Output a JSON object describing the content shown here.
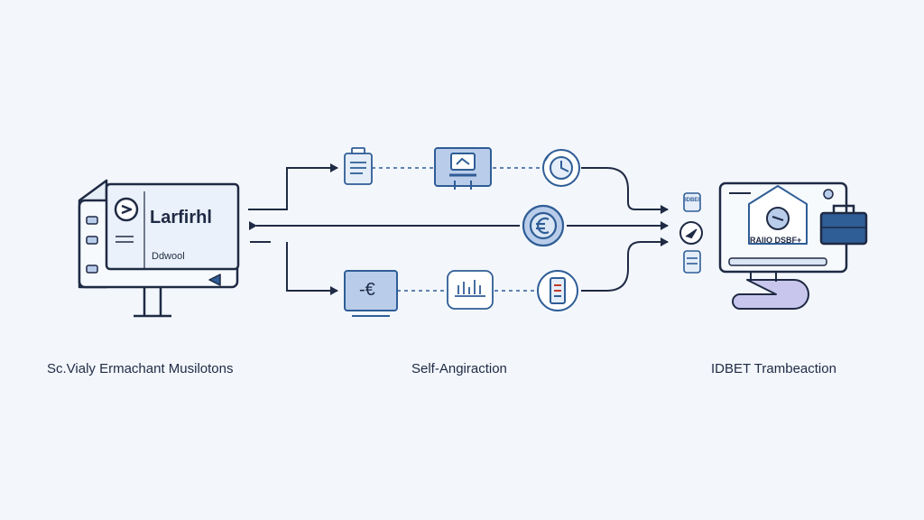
{
  "colors": {
    "ink": "#1f2a44",
    "fill_light": "#dbe6f5",
    "fill_mid": "#b9cdea",
    "accent": "#2f5d96",
    "purple": "#c9c6ee",
    "bg": "#f3f7fc"
  },
  "left_node": {
    "screen_title": "Larfirhl",
    "screen_sub": "Ddwool",
    "caption": "Sc.Vialy Ermachant Musilotons"
  },
  "middle": {
    "caption": "Self-Angiraction",
    "icons": {
      "top_row": [
        "receipt-icon",
        "payment-terminal-icon",
        "clock-icon"
      ],
      "center_row": [
        "euro-coin-icon"
      ],
      "bottom_row": [
        "euro-card-icon",
        "bar-chart-icon",
        "document-icon"
      ]
    },
    "euro_symbol": "-€"
  },
  "right_node": {
    "screen_label": "RAIIO DSBF+",
    "badge_label": "IDBEI",
    "caption": "IDBET Trambeaction"
  }
}
